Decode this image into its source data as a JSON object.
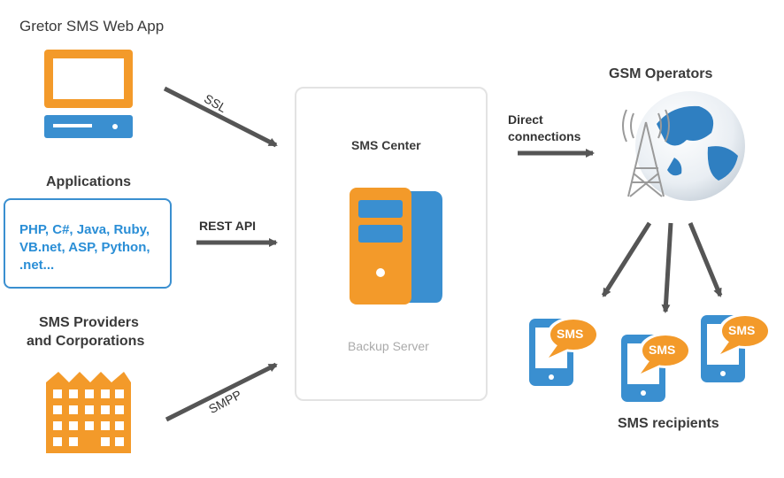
{
  "web_app": {
    "title": "Gretor SMS Web App"
  },
  "applications": {
    "title": "Applications",
    "languages": "PHP, C#, Java, Ruby, VB.net, ASP, Python, .net..."
  },
  "providers": {
    "title_line1": "SMS Providers",
    "title_line2": "and Corporations"
  },
  "connections": {
    "ssl": "SSL",
    "rest": "REST API",
    "smpp": "SMPP",
    "direct_line1": "Direct",
    "direct_line2": "connections"
  },
  "center": {
    "title": "SMS Center",
    "backup": "Backup Server"
  },
  "gsm": {
    "title": "GSM Operators"
  },
  "recipients": {
    "title": "SMS recipients",
    "bubble_text": "SMS"
  },
  "colors": {
    "orange": "#f39a2a",
    "blue": "#3a8fd0",
    "gray_arrow": "#555555"
  }
}
